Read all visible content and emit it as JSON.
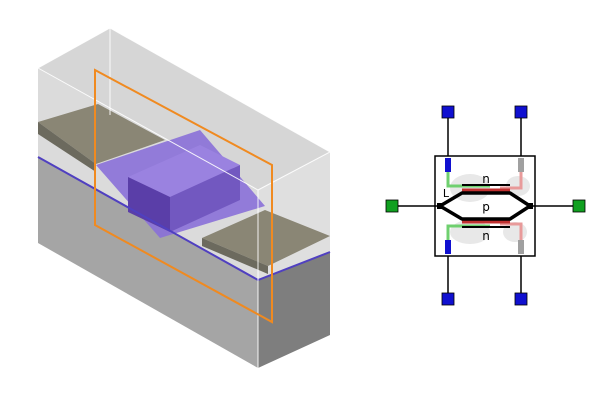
{
  "schematic": {
    "region_labels": {
      "top": "n",
      "middle": "p",
      "bottom": "n",
      "left": "L"
    }
  },
  "colors": {
    "port_blue": "#1010d0",
    "port_green": "#10a020",
    "wire_green": "#6fd06f",
    "wire_red": "#c03030",
    "wire_pink": "#e89a9a",
    "purple": "#6a50c8",
    "orange": "#f08a20",
    "gray_box": "#9a9a9a"
  }
}
